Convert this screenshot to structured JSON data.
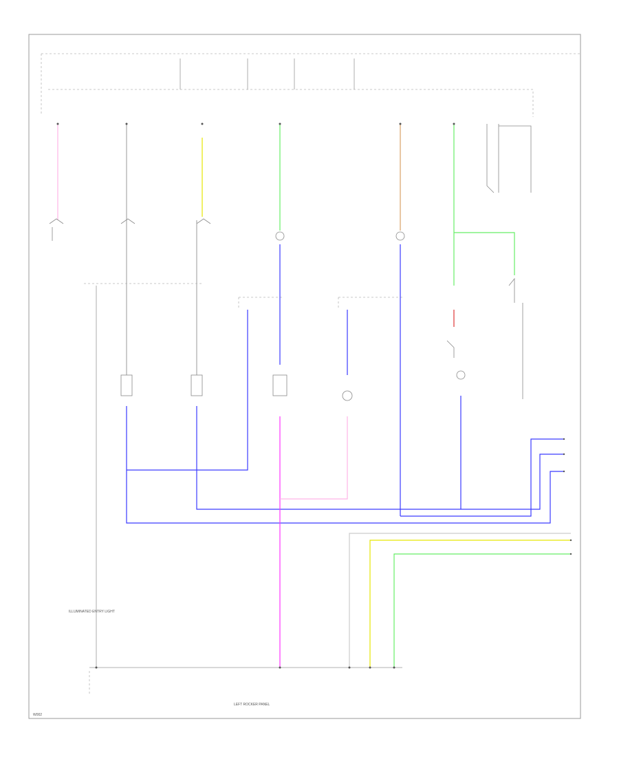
{
  "diagram": {
    "footer_ref": "W002",
    "bottom_label": "LEFT ROCKER PANEL",
    "left_box_label": "ILLUMINATED ENTRY LIGHT"
  },
  "colors": {
    "blue": "#3a3aff",
    "magenta": "#ff33ff",
    "yellow": "#e6e600",
    "green": "#66ee66",
    "pink": "#ffb3e6",
    "tan": "#d9a066",
    "red": "#dd3333",
    "grey": "#aaaaaa",
    "frame": "#999999"
  }
}
